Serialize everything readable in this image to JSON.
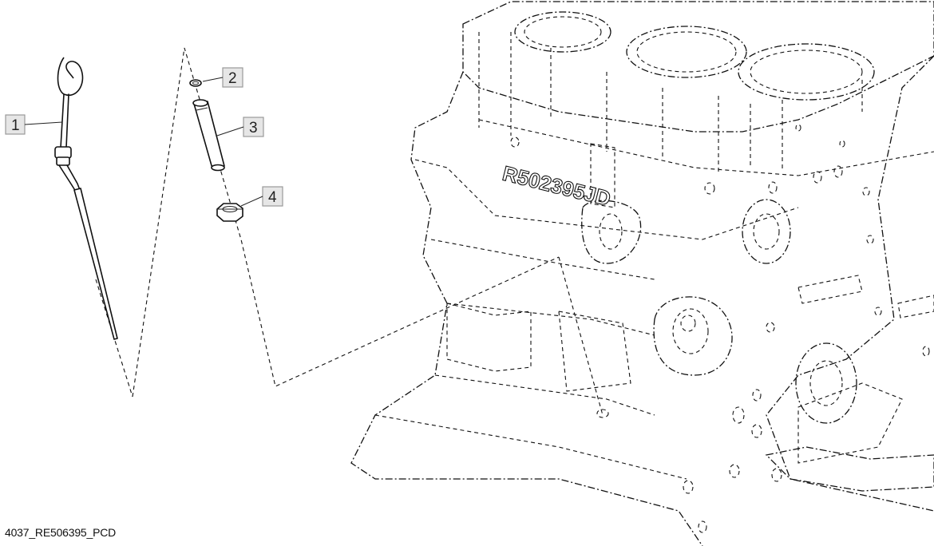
{
  "figure": {
    "callouts": [
      {
        "number": "1",
        "part": "dipstick"
      },
      {
        "number": "2",
        "part": "o-ring"
      },
      {
        "number": "3",
        "part": "dipstick-tube"
      },
      {
        "number": "4",
        "part": "nut"
      }
    ],
    "block_casting_mark": "R502395",
    "block_casting_letter": "JD"
  },
  "footer": {
    "image_code": "4037_RE506395_PCD"
  }
}
